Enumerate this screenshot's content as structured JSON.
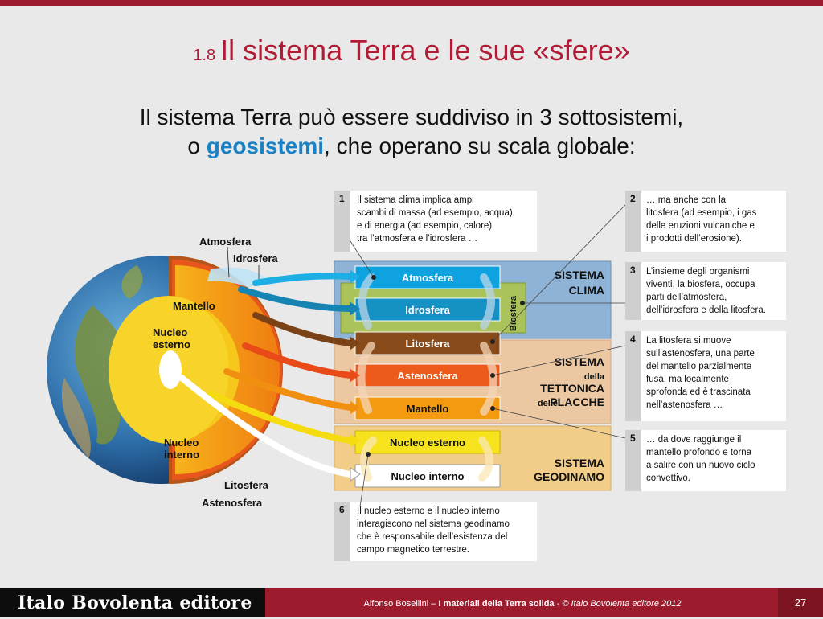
{
  "slide": {
    "number": "1.8",
    "title": "Il sistema Terra e le sue «sfere»",
    "intro_line1": "Il sistema Terra può essere suddiviso in 3 sottosistemi,",
    "intro_line2_prefix": "o ",
    "intro_highlight": "geosistemi",
    "intro_line2_suffix": ", che operano su scala globale:"
  },
  "globe_labels": {
    "atmosfera": "Atmosfera",
    "idrosfera": "Idrosfera",
    "mantello": "Mantello",
    "nucleo_esterno": [
      "Nucleo",
      "esterno"
    ],
    "nucleo_interno": [
      "Nucleo",
      "interno"
    ],
    "litosfera": "Litosfera",
    "astenosfera": "Astenosfera"
  },
  "spheres": [
    {
      "label": "Atmosfera",
      "color": "#0ea3e0"
    },
    {
      "label": "Idrosfera",
      "color": "#1591c4"
    },
    {
      "label": "Litosfera",
      "color": "#8a4b1a"
    },
    {
      "label": "Astenosfera",
      "color": "#ee5a1c"
    },
    {
      "label": "Mantello",
      "color": "#f39a11"
    },
    {
      "label": "Nucleo esterno",
      "color": "#f6e31d"
    },
    {
      "label": "Nucleo interno",
      "color": "#ffffff"
    }
  ],
  "biosfera_label": "Biosfera",
  "systems": {
    "clima": [
      "SISTEMA",
      "CLIMA"
    ],
    "tettonica": [
      "SISTEMA",
      "della",
      "TETTONICA",
      "delle",
      "PLACCHE"
    ],
    "geodinamo": [
      "SISTEMA",
      "GEODINAMO"
    ]
  },
  "notes": [
    {
      "n": "1",
      "lines": [
        "Il sistema clima implica ampi",
        "scambi di massa (ad esempio, acqua)",
        "e di energia (ad esempio, calore)",
        "tra l’atmosfera e l’idrosfera …"
      ]
    },
    {
      "n": "2",
      "lines": [
        "… ma anche con la",
        "litosfera (ad esempio, i gas",
        "delle eruzioni vulcaniche e",
        "i prodotti dell’erosione)."
      ]
    },
    {
      "n": "3",
      "lines": [
        "L’insieme degli organismi",
        "viventi, la biosfera, occupa",
        "parti dell’atmosfera,",
        "dell’idrosfera e della litosfera."
      ]
    },
    {
      "n": "4",
      "lines": [
        "La litosfera si muove",
        "sull’astenosfera, una parte",
        "del mantello parzialmente",
        "fusa, ma localmente",
        "sprofonda ed è trascinata",
        "nell’astenosfera …"
      ]
    },
    {
      "n": "5",
      "lines": [
        "… da dove raggiunge il",
        "mantello profondo e torna",
        "a salire con un nuovo ciclo",
        "convettivo."
      ]
    },
    {
      "n": "6",
      "lines": [
        "Il nucleo esterno e il nucleo interno",
        "interagiscono nel sistema geodinamo",
        "che è responsabile dell’esistenza del",
        "campo magnetico terrestre."
      ]
    }
  ],
  "footer": {
    "publisher": "Italo Bovolenta editore",
    "author": "Alfonso Bosellini – ",
    "book": "I materiali della Terra solida",
    "copyright": " - © Italo Bovolenta editore 2012",
    "page": "27"
  }
}
